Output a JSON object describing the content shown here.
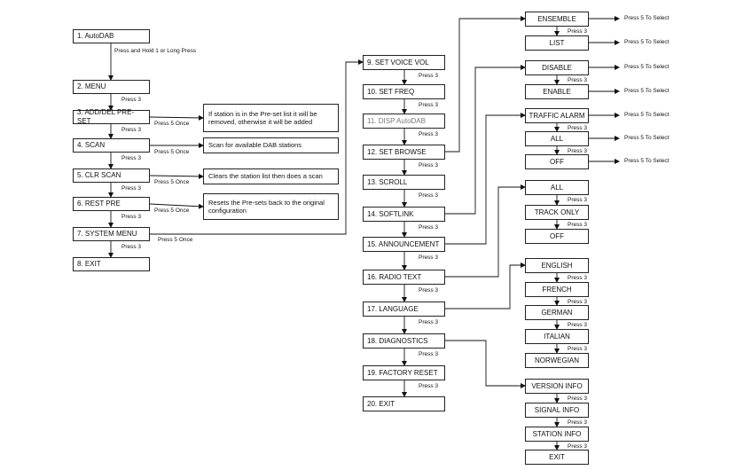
{
  "left_column": [
    {
      "id": "autodab",
      "label": "1. AutoDAB"
    },
    {
      "id": "menu",
      "label": "2. MENU"
    },
    {
      "id": "addel",
      "label": "3. ADD/DEL PRE-SET"
    },
    {
      "id": "scan",
      "label": "4. SCAN"
    },
    {
      "id": "clrscan",
      "label": "5. CLR SCAN"
    },
    {
      "id": "restpre",
      "label": "6. REST PRE"
    },
    {
      "id": "sysmenu",
      "label": "7. SYSTEM MENU"
    },
    {
      "id": "exit",
      "label": "8. EXIT"
    }
  ],
  "left_descriptions": [
    {
      "id": "desc-addel",
      "text": "If station is in the Pre-set list it will be removed, otherwise it will be added"
    },
    {
      "id": "desc-scan",
      "text": "Scan for available DAB stations"
    },
    {
      "id": "desc-clrscan",
      "text": "Clears the station list then does a scan"
    },
    {
      "id": "desc-restpre",
      "text": "Resets the Pre-sets back to the original configuration"
    }
  ],
  "system_menu": [
    {
      "id": "voicevol",
      "label": "9. SET VOICE VOL"
    },
    {
      "id": "setfreq",
      "label": "10. SET FREQ"
    },
    {
      "id": "dispautodab",
      "label": "11. DISP AutoDAB"
    },
    {
      "id": "setbrowse",
      "label": "12. SET BROWSE"
    },
    {
      "id": "scroll",
      "label": "13. SCROLL"
    },
    {
      "id": "softlink",
      "label": "14. SOFTLINK"
    },
    {
      "id": "announcement",
      "label": "15. ANNOUNCEMENT"
    },
    {
      "id": "radiotext",
      "label": "16. RADIO TEXT"
    },
    {
      "id": "language",
      "label": "17. LANGUAGE"
    },
    {
      "id": "diagnostics",
      "label": "18. DIAGNOSTICS"
    },
    {
      "id": "factoryreset",
      "label": "19. FACTORY RESET"
    },
    {
      "id": "exit2",
      "label": "20. EXIT"
    }
  ],
  "browse_options": [
    "ENSEMBLE",
    "LIST"
  ],
  "softlink_options": [
    "DISABLE",
    "ENABLE"
  ],
  "announcement_options": [
    "TRAFFIC ALARM",
    "ALL",
    "OFF"
  ],
  "radiotext_options": [
    "ALL",
    "TRACK ONLY",
    "OFF"
  ],
  "language_options": [
    "ENGLISH",
    "FRENCH",
    "GERMAN",
    "ITALIAN",
    "NORWEGIAN"
  ],
  "diagnostics_options": [
    "VERSION INFO",
    "SIGNAL INFO",
    "STATION INFO",
    "EXIT"
  ],
  "labels": {
    "press3": "Press 3",
    "press5once": "Press 5 Once",
    "press5select": "Press 5 To Select",
    "hold1": "Press and Hold 1 or Long Press"
  }
}
